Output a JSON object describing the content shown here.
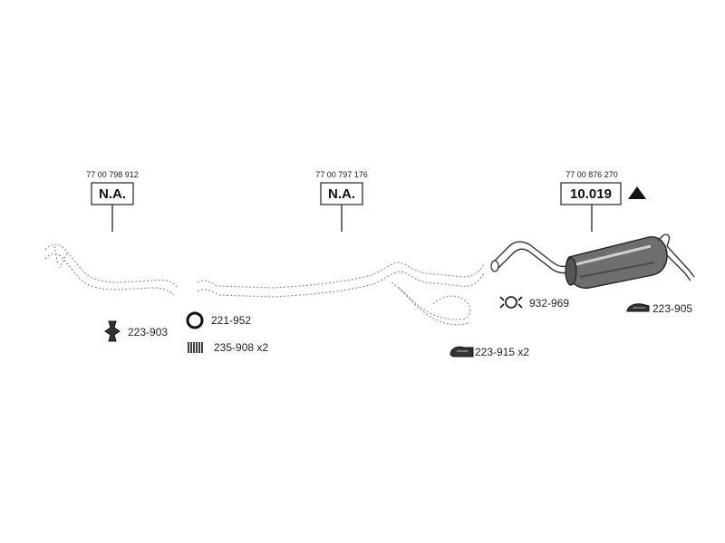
{
  "sections": [
    {
      "oem_number": "77 00 798 912",
      "part_code": "N.A."
    },
    {
      "oem_number": "77 00 797 176",
      "part_code": "N.A."
    },
    {
      "oem_number": "77 00 876 270",
      "part_code": "10.019"
    }
  ],
  "accessories": [
    {
      "label": "223-903",
      "icon": "rubber-mount-icon"
    },
    {
      "label": "221-952",
      "icon": "sealing-ring-icon"
    },
    {
      "label": "235-908 x2",
      "icon": "spring-icon"
    },
    {
      "label": "223-915 x2",
      "icon": "rubber-hanger-icon"
    },
    {
      "label": "932-969",
      "icon": "pipe-clamp-icon"
    },
    {
      "label": "223-905",
      "icon": "rubber-hanger-icon"
    }
  ],
  "icons": {
    "warning": "triangle-icon"
  }
}
